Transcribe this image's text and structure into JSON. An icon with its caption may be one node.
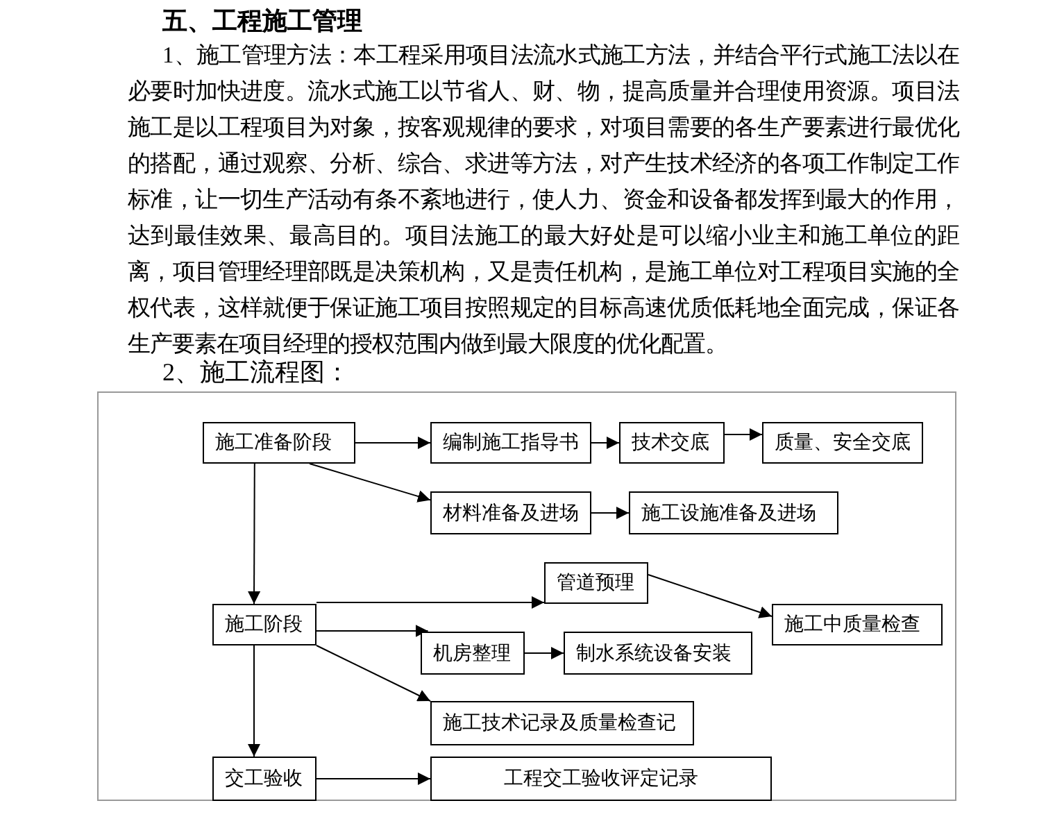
{
  "diagram": {
    "title": "五、工程施工管理",
    "nodes": [
      {
        "text": [
          "施工准备阶段"
        ]
      },
      {
        "text": [
          "编制施工指导书"
        ]
      },
      {
        "text": [
          "技术交底"
        ]
      },
      {
        "text": [
          "质量、安全交底"
        ]
      },
      {
        "text": [
          "材料准备及进场"
        ]
      },
      {
        "text": [
          "施工设施准备及进场"
        ]
      },
      {
        "text": [
          "管道预理"
        ]
      },
      {
        "text": [
          "施工阶段"
        ]
      },
      {
        "text": [
          "施工中质量检查"
        ]
      },
      {
        "text": [
          "机房整理"
        ]
      },
      {
        "text": [
          "制水系统设备安装"
        ]
      },
      {
        "text": [
          "施工技术记录及质量检查记"
        ]
      },
      {
        "text": [
          "交工验收"
        ]
      },
      {
        "text": [
          "工程交工验收评定记录"
        ]
      }
    ],
    "edges": [
      {
        "from": 0,
        "to": 1,
        "arrow": "to"
      },
      {
        "from": 1,
        "to": 2,
        "arrow": "to"
      },
      {
        "from": 2,
        "to": 3,
        "arrow": "to"
      },
      {
        "from": 0,
        "to": 4,
        "arrow": "to"
      },
      {
        "from": 4,
        "to": 5,
        "arrow": "to"
      },
      {
        "from": 0,
        "to": 7,
        "arrow": "to"
      },
      {
        "from": 7,
        "to": 6,
        "arrow": "to"
      },
      {
        "from": 6,
        "to": 8,
        "arrow": "to"
      },
      {
        "from": 7,
        "to": 9,
        "arrow": "to"
      },
      {
        "from": 9,
        "to": 10,
        "arrow": "to"
      },
      {
        "from": 7,
        "to": 11,
        "arrow": "to"
      },
      {
        "from": 7,
        "to": 12,
        "arrow": "to"
      },
      {
        "from": 12,
        "to": 13,
        "arrow": "to"
      }
    ],
    "labels": [
      "1、施工管理方法：本工程采用项目法流水式施工方法，并结合平行式施工法以在必要时加快进度。流水式施工以节省人、财、物，提高质量并合理使用资源。项目法施工是以工程项目为对象，按客观规律的要求，对项目需要的各生产要素进行最优化的搭配，通过观察、分析、综合、求进等方法，对产生技术经济的各项工作制定工作标准，让一切生产活动有条不紊地进行，使人力、资金和设备都发挥到最大的作用，达到最佳效果、最高目的。项目法施工的最大好处是可以缩小业主和施工单位的距离，项目管理经理部既是决策机构，又是责任机构，是施工单位对工程项目实施的全权代表，这样就便于保证施工项目按照规定的目标高速优质低耗地全面完成，保证各生产要素在项目经理的授权范围内做到最大限度的优化配置。",
      "2、施工流程图："
    ]
  }
}
